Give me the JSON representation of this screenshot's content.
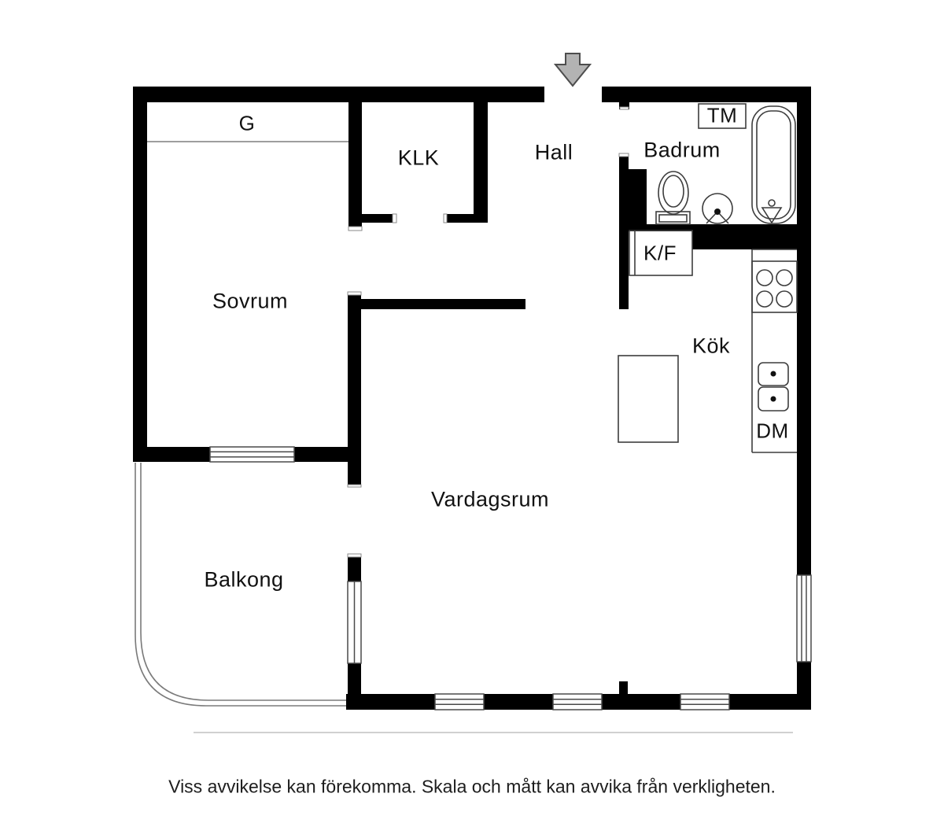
{
  "plan": {
    "type": "floor-plan",
    "labels": {
      "g": "G",
      "sovrum": "Sovrum",
      "klk": "KLK",
      "hall": "Hall",
      "badrum": "Badrum",
      "tm": "TM",
      "kf": "K/F",
      "kok": "Kök",
      "dm": "DM",
      "vardagsrum": "Vardagsrum",
      "balkong": "Balkong"
    },
    "disclaimer": "Viss avvikelse kan förekomma. Skala och mått kan avvika från verkligheten.",
    "entrance": {
      "direction": "down",
      "symbol": "arrow"
    },
    "fixtures": [
      "wardrobe-g",
      "washing-machine-tm",
      "bathtub",
      "toilet",
      "bathroom-sink",
      "fridge-freezer-kf",
      "stove",
      "kitchen-sink",
      "dishwasher-dm",
      "kitchen-table",
      "balcony-railing"
    ],
    "colors": {
      "wall": "#000000",
      "background": "#ffffff",
      "fixture_line": "#3d3d3d",
      "thin_line": "#7f7f7f",
      "arrow_fill": "#b3b3b3",
      "arrow_stroke": "#4d4d4d",
      "text": "#111111"
    }
  }
}
